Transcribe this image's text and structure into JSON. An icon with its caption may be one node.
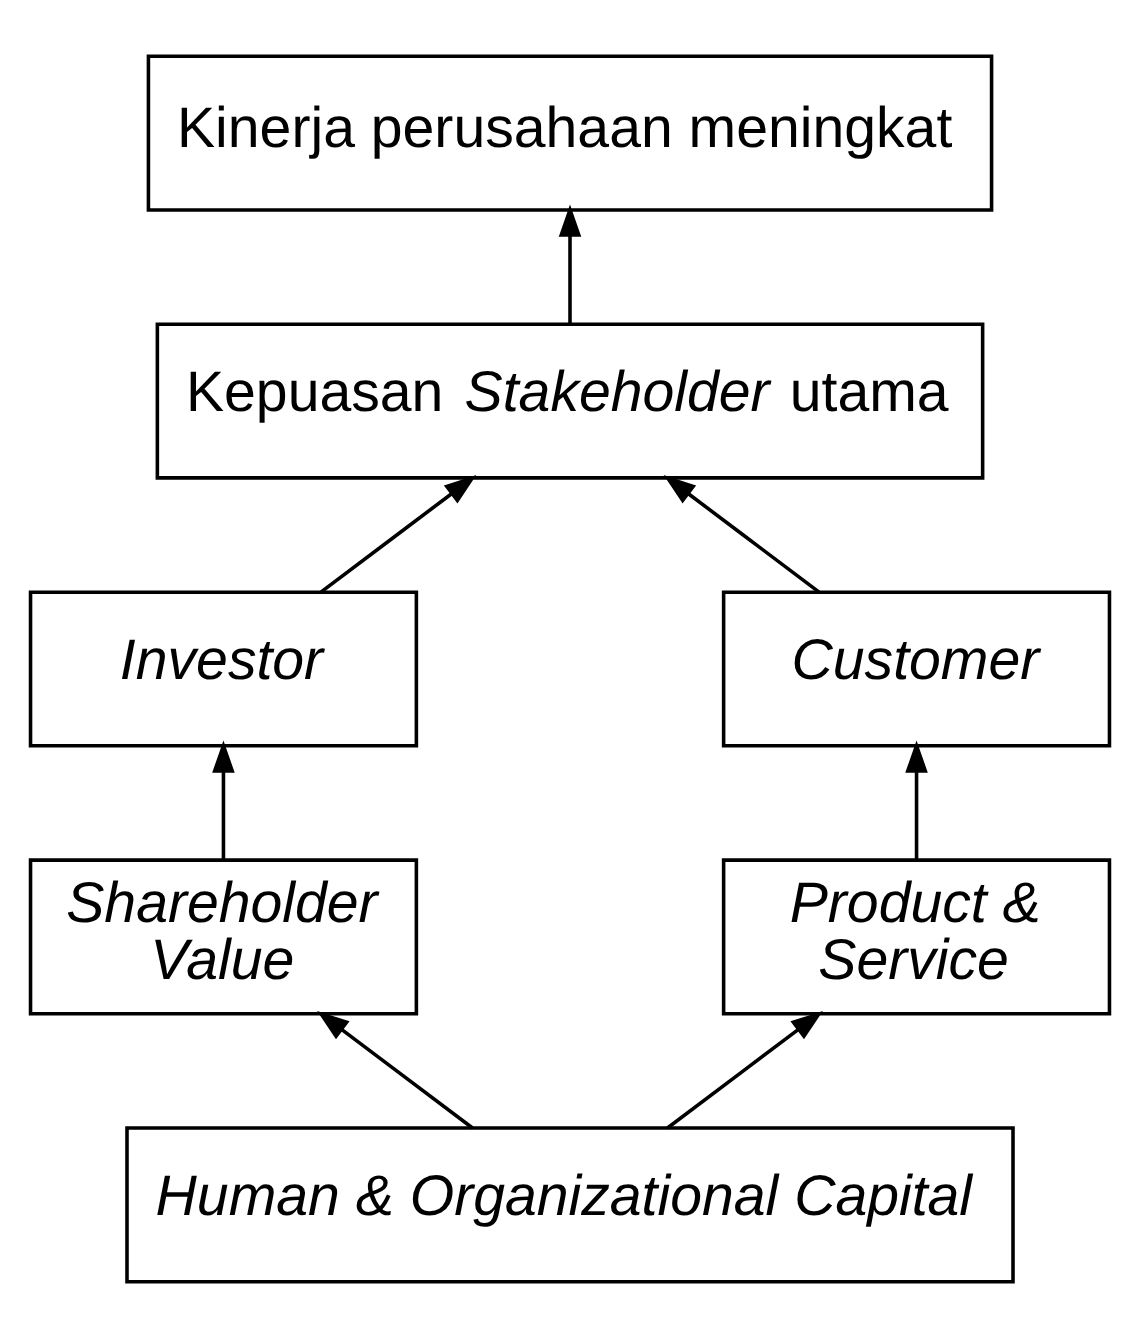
{
  "diagram": {
    "nodes": [
      {
        "text": [
          "Kinerja perusahaan meningkat"
        ]
      },
      {
        "text": [
          "Kepuasan *Stakeholder* utama"
        ]
      },
      {
        "text": [
          "Investor"
        ]
      },
      {
        "text": [
          "Customer"
        ]
      },
      {
        "text": [
          "Shareholder Value"
        ]
      },
      {
        "text": [
          "Product & Service"
        ]
      },
      {
        "text": [
          "Human & Organizational Capital"
        ]
      }
    ],
    "edges": [
      {
        "from": 1,
        "to": 0,
        "arrow": "to"
      },
      {
        "from": 2,
        "to": 1,
        "arrow": "to"
      },
      {
        "from": 3,
        "to": 1,
        "arrow": "to"
      },
      {
        "from": 4,
        "to": 2,
        "arrow": "to"
      },
      {
        "from": 5,
        "to": 3,
        "arrow": "to"
      },
      {
        "from": 6,
        "to": 4,
        "arrow": "to"
      },
      {
        "from": 6,
        "to": 5,
        "arrow": "to"
      }
    ]
  }
}
